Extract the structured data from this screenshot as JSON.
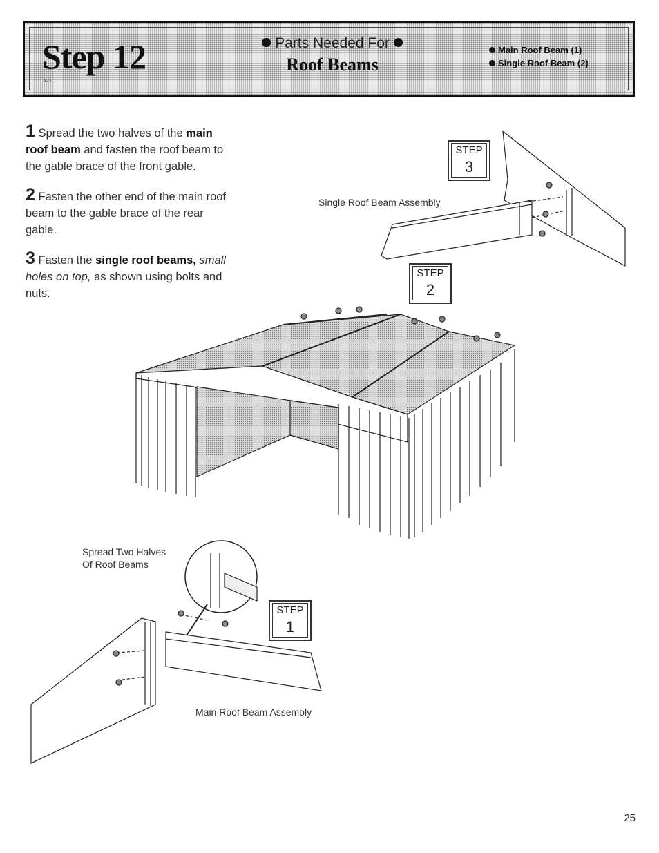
{
  "header": {
    "step_title": "Step 12",
    "code": "A25",
    "parts_needed_label": "Parts Needed For",
    "parts_target": "Roof Beams",
    "parts": [
      {
        "label": "Main Roof Beam (1)"
      },
      {
        "label": "Single Roof Beam (2)"
      }
    ]
  },
  "instructions": [
    {
      "number": "1",
      "pre": "Spread the two halves of the ",
      "bold": "main roof beam",
      "post": " and fasten the roof beam to the gable brace of the front gable."
    },
    {
      "number": "2",
      "text": "Fasten the other end of the main roof beam to the gable brace of the rear gable."
    },
    {
      "number": "3",
      "pre": "Fasten the ",
      "bold": "single roof beams,",
      "italic": "small holes on top,",
      "post": " as shown using bolts and nuts."
    }
  ],
  "diagram": {
    "single_beam_label": "Single Roof Beam Assembly",
    "main_beam_label": "Main Roof Beam Assembly",
    "spread_label_1": "Spread Two Halves",
    "spread_label_2": "Of Roof Beams",
    "step_word": "STEP",
    "step_refs": [
      "3",
      "2",
      "1"
    ]
  },
  "page_number": "25",
  "colors": {
    "ink": "#111111",
    "screen": "#e8e8e8"
  }
}
